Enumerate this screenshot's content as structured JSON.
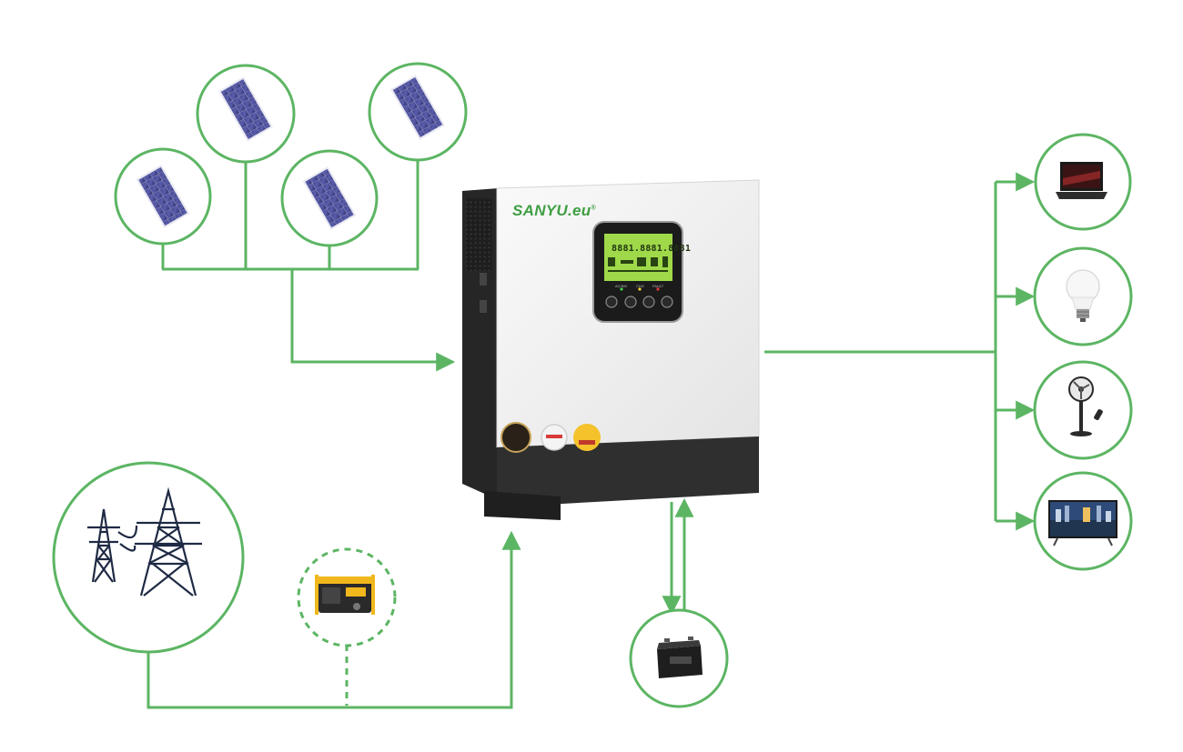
{
  "brand": {
    "name": "SANYU.eu",
    "trademark": "®"
  },
  "lcd": {
    "digits": "8881.8881.8881"
  },
  "panel_indicators": [
    "AC/INV",
    "CHG",
    "FAULT"
  ],
  "colors": {
    "connector_green": "#5cb563",
    "inverter_face": "#f2f2f2",
    "inverter_dark": "#2b2b2b",
    "lcd_green": "#9fd94a",
    "brand_green": "#3e9e42"
  },
  "sources": {
    "solar_panels": [
      "solar-panel",
      "solar-panel",
      "solar-panel",
      "solar-panel"
    ],
    "grid": "power-grid-towers",
    "generator": "generator",
    "battery": "battery"
  },
  "loads": [
    "laptop",
    "light-bulb",
    "standing-fan",
    "television"
  ]
}
